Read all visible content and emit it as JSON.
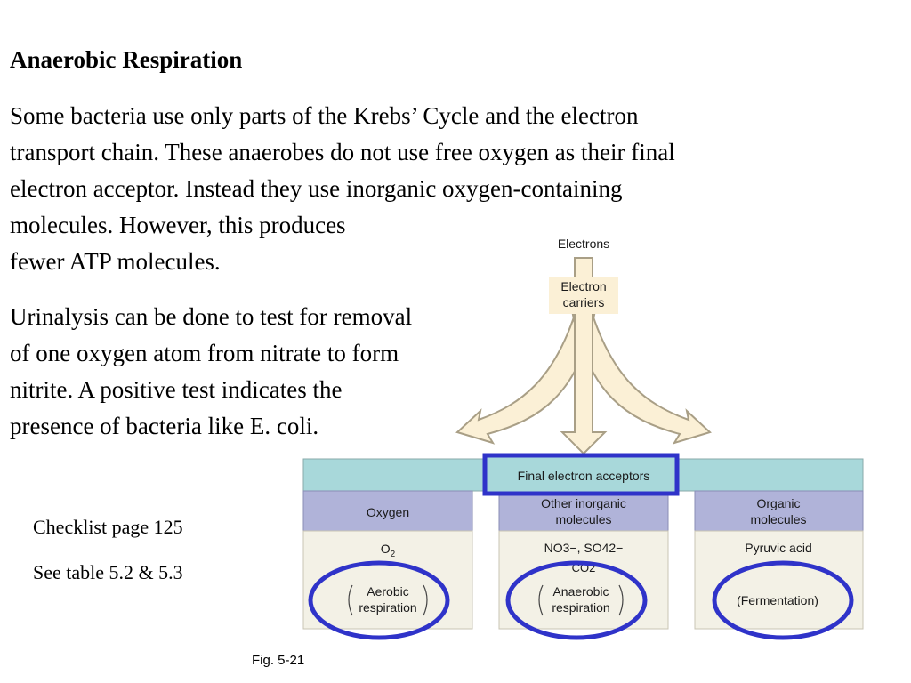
{
  "slide": {
    "title": "Anaerobic Respiration",
    "paragraph1": [
      "Some bacteria use only parts of the Krebs’ Cycle and the electron",
      "transport chain.  These anaerobes do not use free oxygen as their final",
      "electron acceptor.  Instead they use inorganic oxygen-containing",
      "molecules.  However, this produces",
      "fewer ATP molecules."
    ],
    "paragraph2": [
      "Urinalysis can be done to test for removal",
      "of one oxygen atom from nitrate to form",
      "nitrite.  A positive test indicates the",
      "presence of bacteria like E. coli."
    ],
    "checklist": "Checklist page 125",
    "see_table": "See table 5.2 & 5.3",
    "figure_label": "Fig. 5-21"
  },
  "diagram": {
    "electrons": "Electrons",
    "carriers_line1": "Electron",
    "carriers_line2": "carriers",
    "header": "Final electron acceptors",
    "columns": [
      {
        "header_line1": "Oxygen",
        "header_line2": "",
        "molecule": "O",
        "molecule_sub": "2",
        "process_line1": "Aerobic",
        "process_line2": "respiration"
      },
      {
        "header_line1": "Other inorganic",
        "header_line2": "molecules",
        "molecule": "NO3−, SO42−",
        "molecule_line2": "CO2",
        "process_line1": "Anaerobic",
        "process_line2": "respiration"
      },
      {
        "header_line1": "Organic",
        "header_line2": "molecules",
        "molecule": "Pyruvic acid",
        "process_line1": "(Fermentation)",
        "process_line2": ""
      }
    ],
    "colors": {
      "teal_header": "#a8d8da",
      "purple_header": "#b0b3d9",
      "cell_bg": "#f3f1e6",
      "arrow_fill": "#fbf0d6",
      "arrow_stroke": "#a99f86",
      "highlight_blue": "#2f33c9"
    }
  }
}
